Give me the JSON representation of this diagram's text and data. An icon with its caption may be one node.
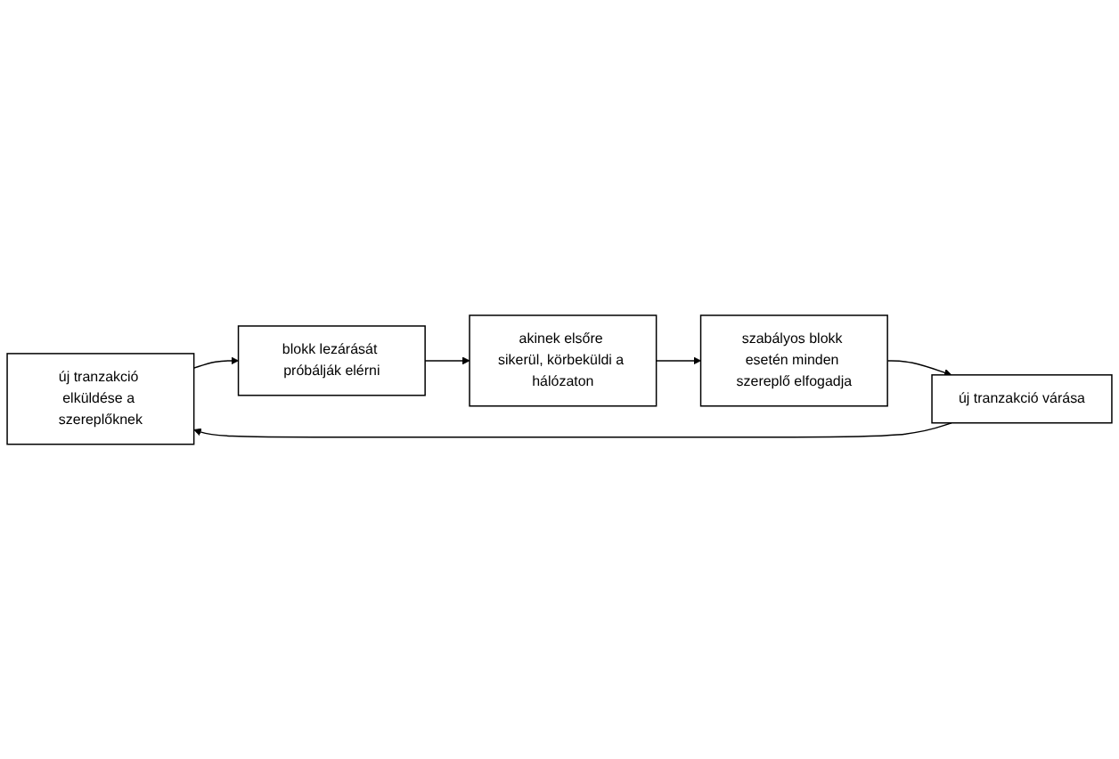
{
  "diagram": {
    "nodes": [
      {
        "text": [
          "új tranzakció elküldése a szereplőknek"
        ]
      },
      {
        "text": [
          "blokk lezárását próbálják elérni"
        ]
      },
      {
        "text": [
          "akinek elsőre sikerül, körbeküldi a hálózaton"
        ]
      },
      {
        "text": [
          "szabályos blokk esetén minden szereplő elfogadja"
        ]
      },
      {
        "text": [
          "új tranzakció várása"
        ]
      }
    ],
    "edges": [
      {
        "from": 0,
        "to": 1,
        "arrow": "to"
      },
      {
        "from": 1,
        "to": 2,
        "arrow": "to"
      },
      {
        "from": 2,
        "to": 3,
        "arrow": "to"
      },
      {
        "from": 3,
        "to": 4,
        "arrow": "to"
      },
      {
        "from": 4,
        "to": 0,
        "arrow": "to"
      }
    ]
  }
}
